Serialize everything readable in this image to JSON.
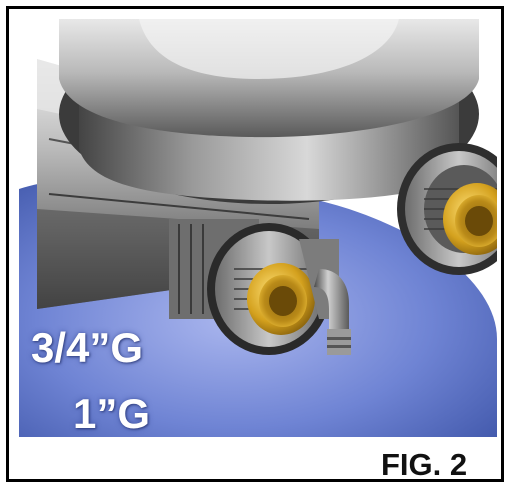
{
  "labels": {
    "size_three_quarter": "3/4”G",
    "size_one_inch": "1”G",
    "figure": "FIG. 2"
  },
  "colors": {
    "tank_blue": "#5d75c4",
    "metal_gray": "#8c8c8c",
    "brass": "#c99a1c",
    "border": "#000000"
  }
}
